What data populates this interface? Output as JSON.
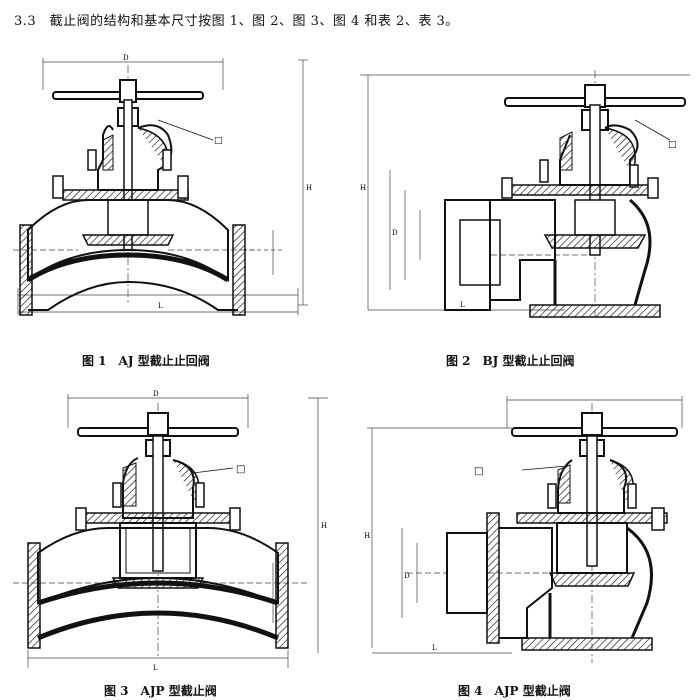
{
  "heading": "3.3　截止阀的结构和基本尺寸按图 1、图 2、图 3、图 4 和表 2、表 3。",
  "figures": [
    {
      "number": "图 1",
      "title": "AJ 型截止止回阀",
      "callout": "□",
      "dims": [
        "L",
        "H",
        "D"
      ]
    },
    {
      "number": "图 2",
      "title": "BJ 型截止止回阀",
      "callout": "□",
      "dims": [
        "H",
        "D",
        "L"
      ]
    },
    {
      "number": "图 3",
      "title": "AJP 型截止阀",
      "callout": "□",
      "dims": [
        "L",
        "H",
        "D"
      ]
    },
    {
      "number": "图 4",
      "title": "AJP 型截止阀",
      "callout": "□",
      "dims": [
        "H",
        "D",
        "L"
      ]
    }
  ]
}
